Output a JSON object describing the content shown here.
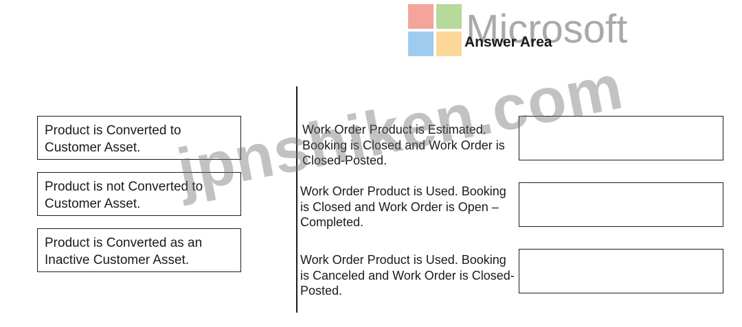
{
  "logo": {
    "wordmark": "Microsoft",
    "colors": {
      "red": "#f4a49b",
      "green": "#b7d99a",
      "blue": "#9fcbef",
      "yellow": "#fbd89a"
    }
  },
  "answer_area": {
    "title": "Answer Area"
  },
  "options": [
    {
      "text": "Product is Converted to Customer Asset."
    },
    {
      "text": "Product is not Converted to Customer Asset."
    },
    {
      "text": "Product is Converted as an Inactive Customer Asset."
    }
  ],
  "scenarios": [
    {
      "text": "Work Order Product is Estimated. Booking is Closed and Work Order is Closed-Posted."
    },
    {
      "text": "Work Order Product is Used. Booking is Closed and Work Order is Open – Completed."
    },
    {
      "text": "Work Order Product is Used. Booking is Canceled and Work Order is Closed-Posted."
    }
  ],
  "watermark": "jpnshiken.com"
}
